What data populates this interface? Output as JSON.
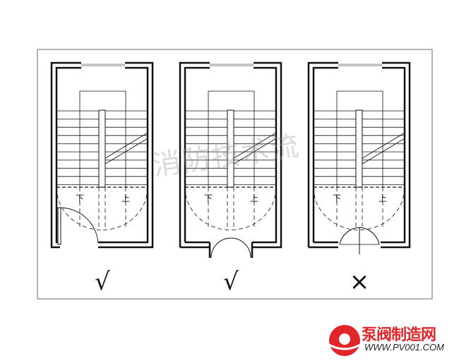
{
  "plans": [
    {
      "door": "single-outward",
      "mark": "√",
      "down_label": "下",
      "up_label": "上"
    },
    {
      "door": "double-outward",
      "mark": "√",
      "down_label": "下",
      "up_label": "上"
    },
    {
      "door": "double-inward",
      "mark": "×",
      "down_label": "下",
      "up_label": "上"
    }
  ],
  "watermark": "消防技术流",
  "logo": {
    "name": "泵阀制造网",
    "url": "WWW.PV001.COM"
  },
  "colors": {
    "line": "#111111",
    "logo": "#e0262a"
  }
}
